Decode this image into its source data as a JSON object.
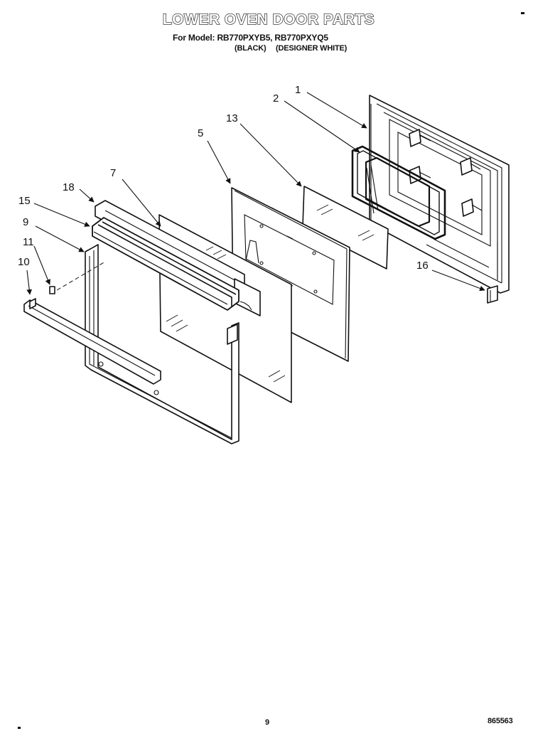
{
  "header": {
    "title": "LOWER OVEN DOOR PARTS",
    "model_line": "For Model: RB770PXYB5, RB770PXYQ5",
    "color_black": "(BLACK)",
    "color_white": "(DESIGNER WHITE)"
  },
  "callouts": {
    "c1": "1",
    "c2": "2",
    "c5": "5",
    "c7": "7",
    "c9": "9",
    "c10": "10",
    "c11": "11",
    "c13": "13",
    "c15": "15",
    "c16": "16",
    "c18": "18"
  },
  "footer": {
    "page_number": "9",
    "doc_number": "865563"
  }
}
